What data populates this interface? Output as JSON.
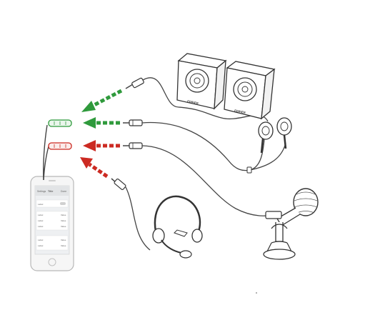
{
  "speakers": {
    "left_brand": "EDIFIER",
    "right_brand": "EDIFIER"
  },
  "phone": {
    "header_left": "Settings",
    "header_title": "Title",
    "header_right": "Done",
    "rows": [
      {
        "label": "Label",
        "value": ""
      },
      {
        "label": "Label",
        "value": "Value"
      },
      {
        "label": "Label",
        "value": "Value"
      },
      {
        "label": "Label",
        "value": "Value"
      },
      {
        "label": "Label",
        "value": "Value"
      },
      {
        "label": "Label",
        "value": "Value"
      }
    ]
  },
  "colors": {
    "green_arrow": "#2f9a3c",
    "red_arrow": "#cc2a22",
    "cable": "#444444",
    "device_fill": "#f4f4f4"
  },
  "icons": [
    "speakers-icon",
    "earphones-icon",
    "microphone-icon",
    "headset-icon",
    "smartphone-icon",
    "splitter-adapter-icon"
  ]
}
